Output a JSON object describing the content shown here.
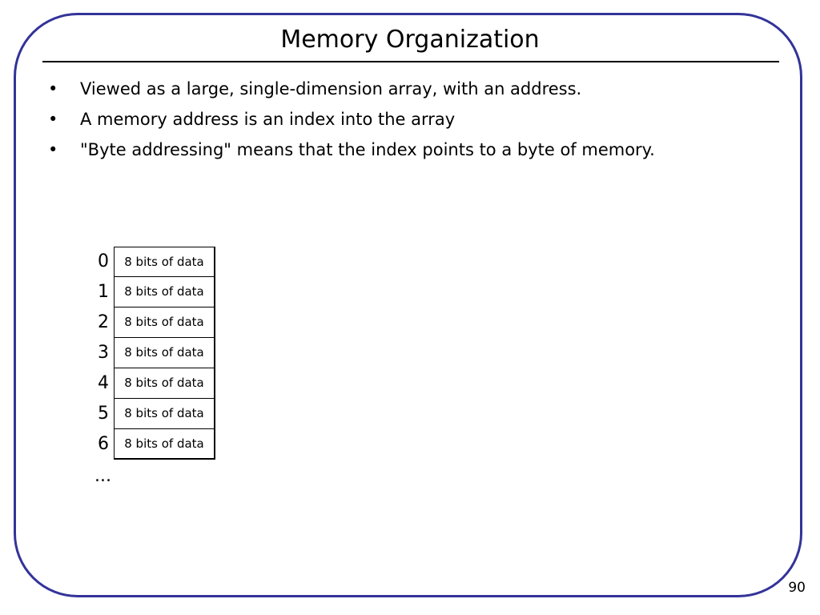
{
  "slide": {
    "title": "Memory Organization",
    "bullets": [
      "Viewed as a large, single-dimension array, with an address.",
      "A memory address is an index into the array",
      "\"Byte addressing\" means that the index points to a byte of memory."
    ],
    "bullet_glyph": "•",
    "page_number": "90",
    "frame_color": "#333399"
  },
  "memory": {
    "rows": [
      {
        "address": "0",
        "content": "8 bits of data"
      },
      {
        "address": "1",
        "content": "8 bits of data"
      },
      {
        "address": "2",
        "content": "8 bits of data"
      },
      {
        "address": "3",
        "content": "8 bits of data"
      },
      {
        "address": "4",
        "content": "8 bits of data"
      },
      {
        "address": "5",
        "content": "8 bits of data"
      },
      {
        "address": "6",
        "content": "8 bits of data"
      }
    ],
    "ellipsis": "..."
  }
}
